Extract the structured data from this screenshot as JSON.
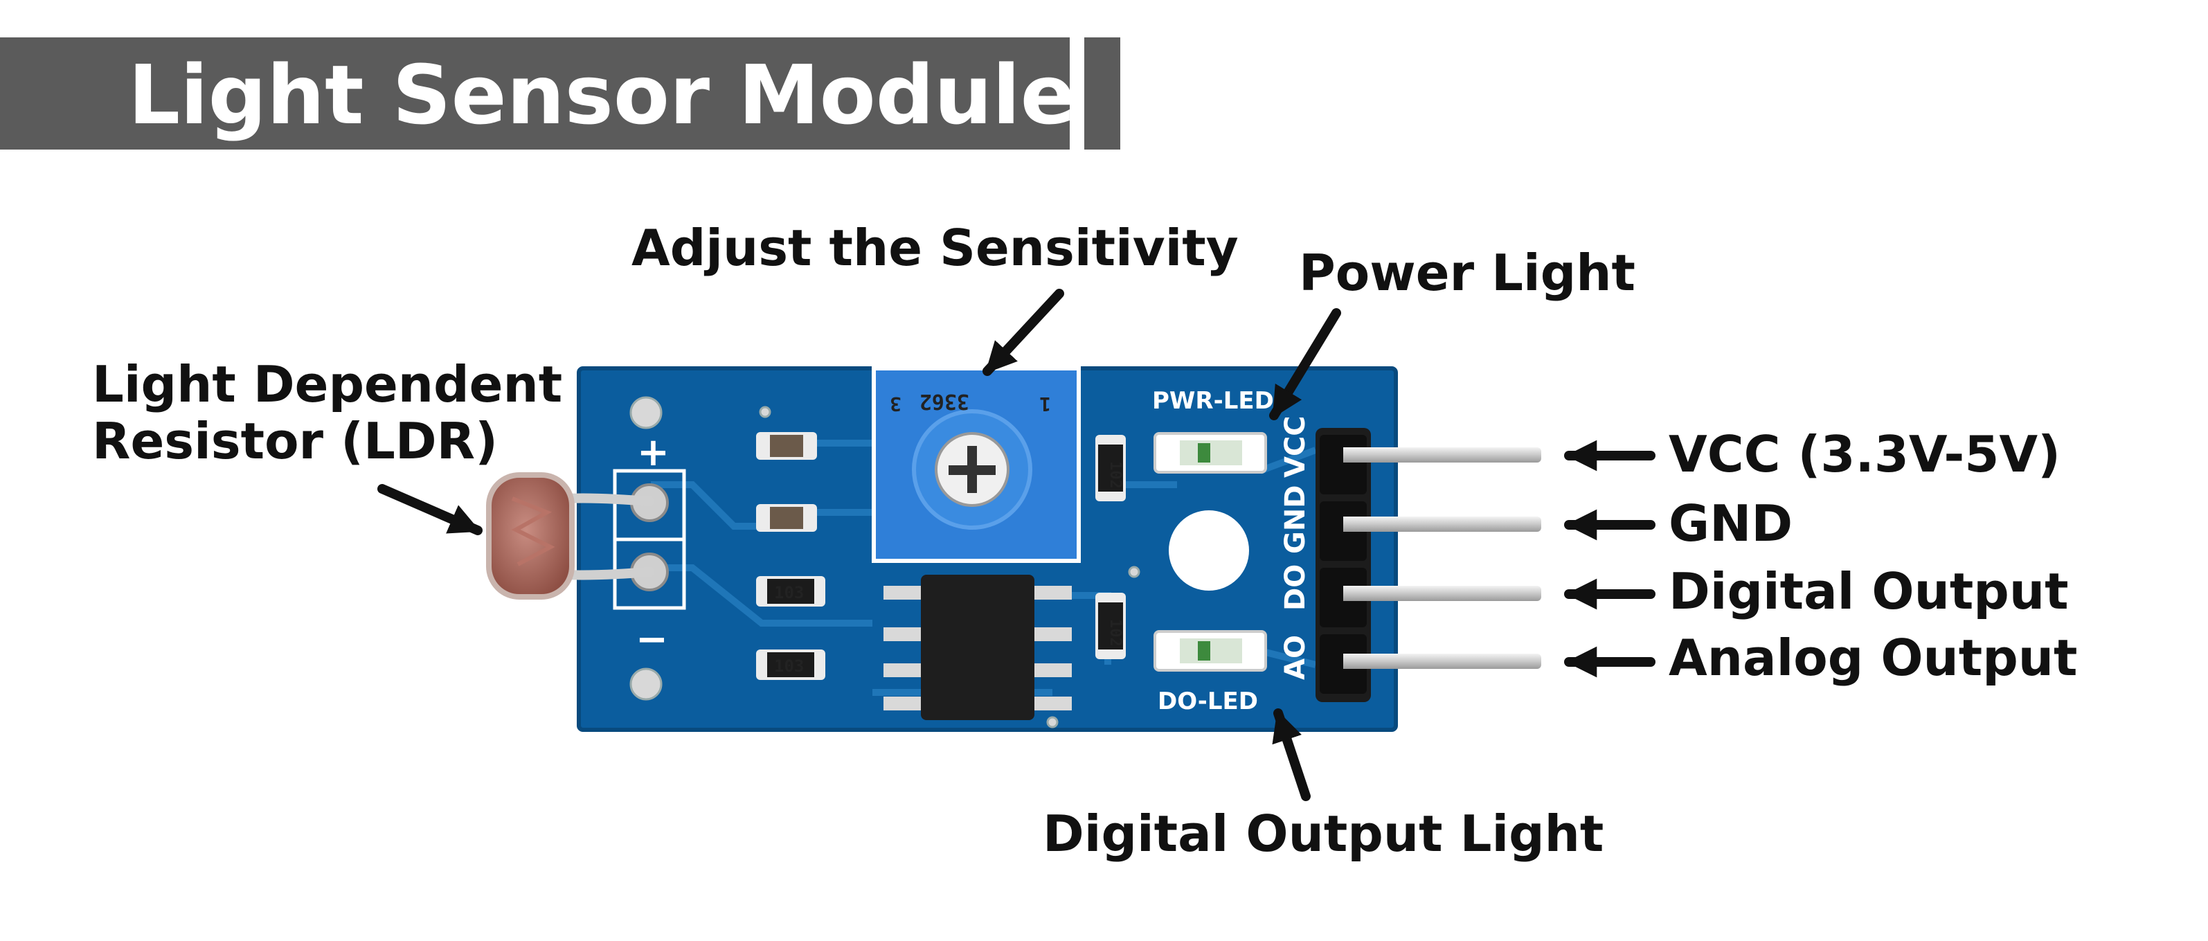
{
  "title": "Light Sensor Module",
  "callouts": {
    "ldr_line1": "Light Dependent",
    "ldr_line2": "Resistor (LDR)",
    "sensitivity": "Adjust the Sensitivity",
    "power_light": "Power Light",
    "digital_output_light": "Digital Output Light"
  },
  "pins": {
    "vcc": "VCC (3.3V-5V)",
    "gnd": "GND",
    "do": "Digital Output",
    "ao": "Analog Output"
  },
  "board": {
    "pwr_led": "PWR-LED",
    "do_led": "DO-LED",
    "pin_vcc": "VCC",
    "pin_gnd": "GND",
    "pin_do": "DO",
    "pin_ao": "AO",
    "plus": "+",
    "minus": "−",
    "pot_code": "3362",
    "pot_pin3": "3",
    "pot_pin1": "1",
    "res_102": "102",
    "res_103": "103"
  },
  "colors": {
    "banner": "#5b5b5b",
    "pcb": "#0b5d9e",
    "pot": "#2f7fd8",
    "ink": "#111111"
  }
}
